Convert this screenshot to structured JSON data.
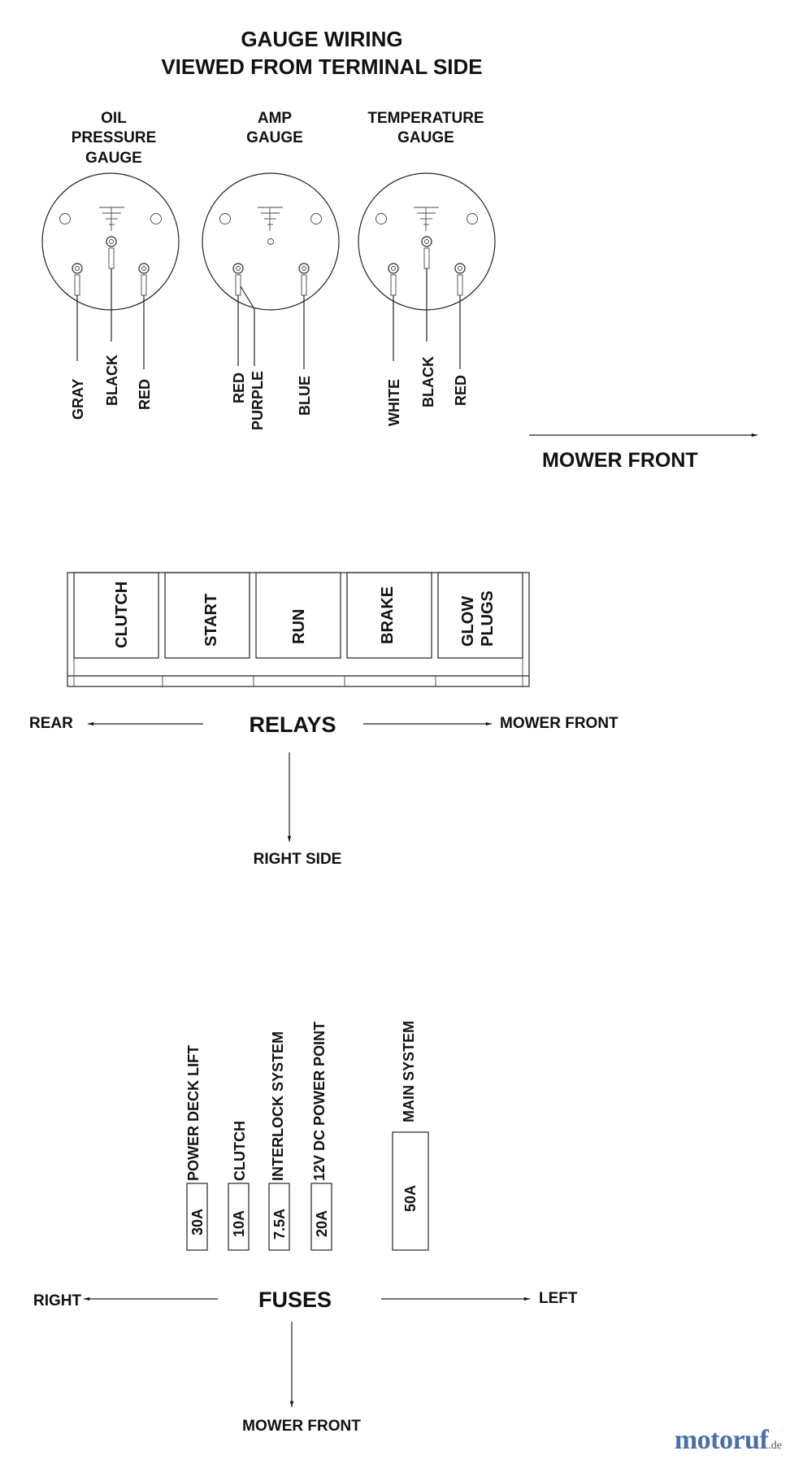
{
  "title": {
    "line1": "GAUGE WIRING",
    "line2": "VIEWED FROM TERMINAL SIDE"
  },
  "gauges": [
    {
      "label": [
        "OIL",
        "PRESSURE",
        "GAUGE"
      ],
      "wires": [
        "GRAY",
        "BLACK",
        "RED"
      ]
    },
    {
      "label": [
        "AMP",
        "GAUGE"
      ],
      "wires": [
        "RED",
        "PURPLE",
        "BLUE"
      ]
    },
    {
      "label": [
        "TEMPERATURE",
        "GAUGE"
      ],
      "wires": [
        "WHITE",
        "BLACK",
        "RED"
      ]
    }
  ],
  "mower_front_top": "MOWER  FRONT",
  "relays": {
    "title": "RELAYS",
    "items": [
      [
        "CLUTCH"
      ],
      [
        "START"
      ],
      [
        "RUN"
      ],
      [
        "BRAKE"
      ],
      [
        "GLOW",
        "PLUGS"
      ]
    ],
    "left": "REAR",
    "right": "MOWER FRONT",
    "down": "RIGHT SIDE"
  },
  "fuses": {
    "title": "FUSES",
    "items": [
      {
        "label": "POWER DECK LIFT",
        "rating": "30A"
      },
      {
        "label": "CLUTCH",
        "rating": "10A"
      },
      {
        "label": "INTERLOCK SYSTEM",
        "rating": "7.5A"
      },
      {
        "label": "12V DC POWER POINT",
        "rating": "20A"
      },
      {
        "label": "MAIN SYSTEM",
        "rating": "50A"
      }
    ],
    "left": "RIGHT",
    "right": "LEFT",
    "down": "MOWER FRONT"
  },
  "watermark": {
    "main": "motoruf",
    "suffix": ".de"
  }
}
